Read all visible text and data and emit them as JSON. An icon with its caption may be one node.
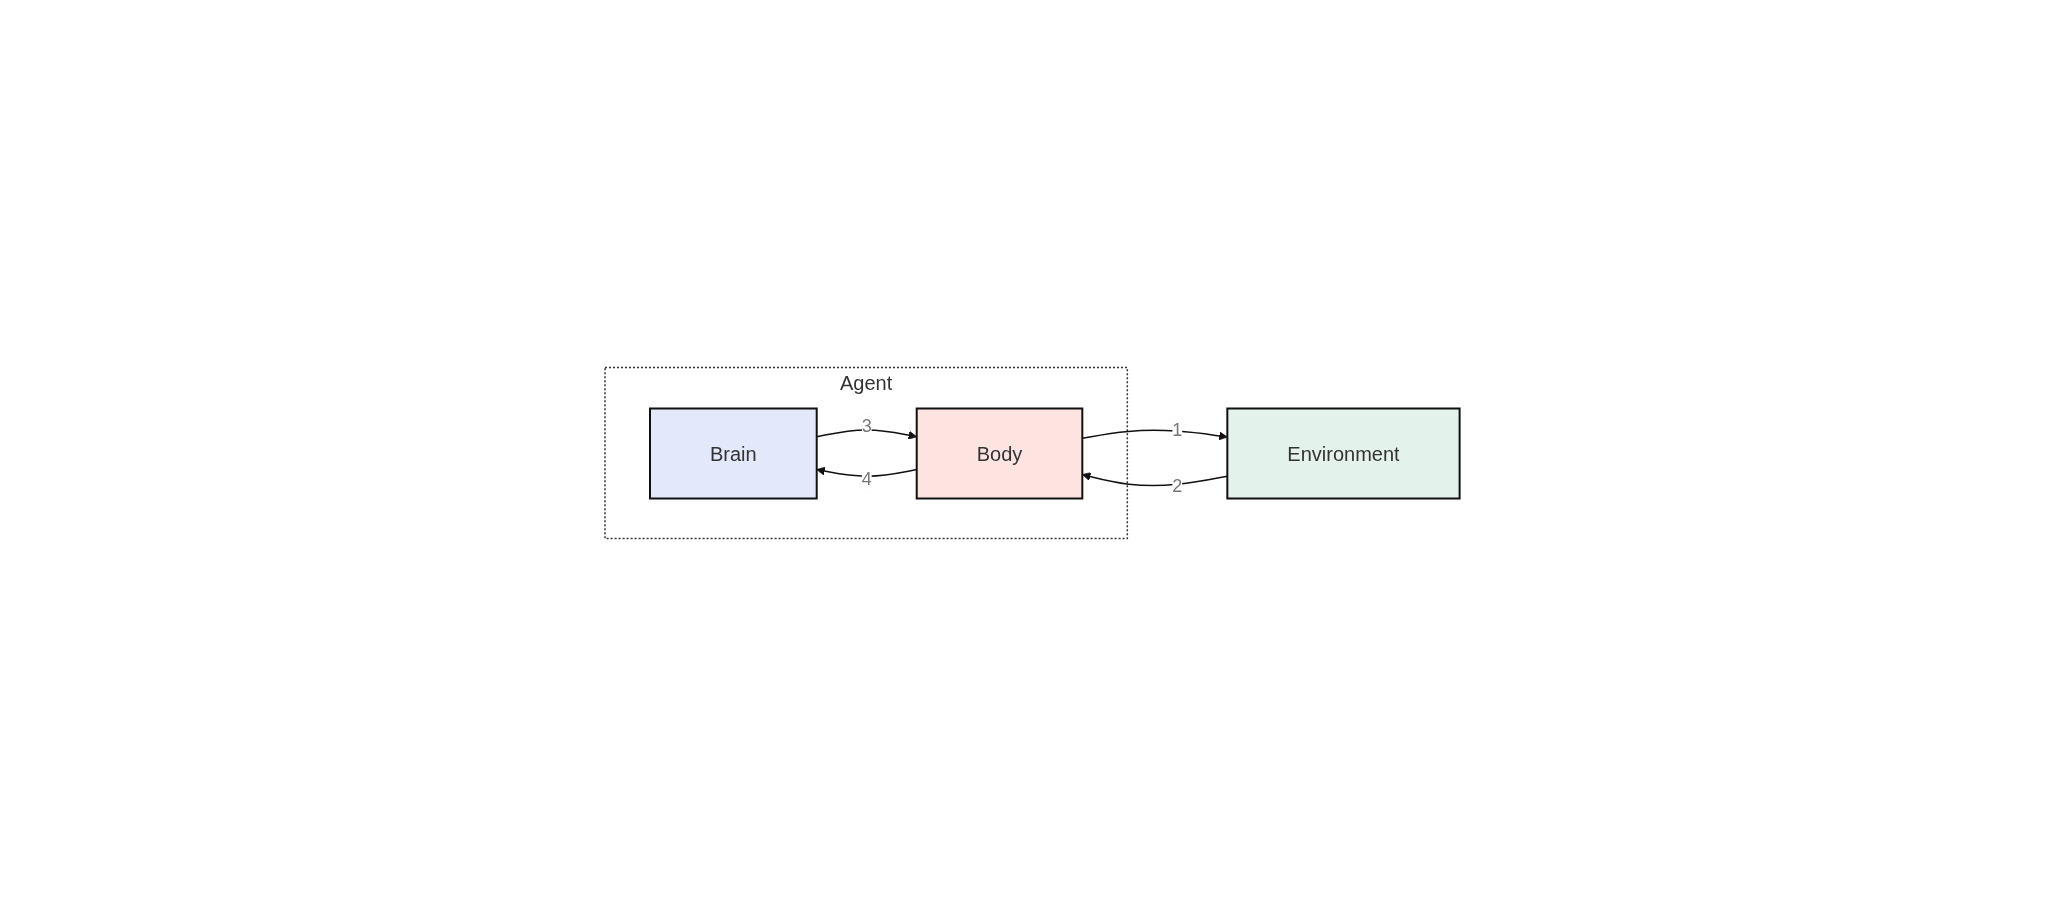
{
  "diagram": {
    "nodes": [
      {
        "text": [
          "Agent"
        ]
      },
      {
        "text": [
          "Brain"
        ],
        "in": 0
      },
      {
        "text": [
          "Body"
        ],
        "in": 0
      },
      {
        "text": [
          "Environment"
        ]
      }
    ],
    "edges": [
      {
        "from": 1,
        "to": 2,
        "arrow": "to",
        "label": "3"
      },
      {
        "from": 2,
        "to": 1,
        "arrow": "to",
        "label": "4"
      },
      {
        "from": 2,
        "to": 3,
        "arrow": "to",
        "label": "1"
      },
      {
        "from": 3,
        "to": 2,
        "arrow": "to",
        "label": "2"
      }
    ]
  }
}
